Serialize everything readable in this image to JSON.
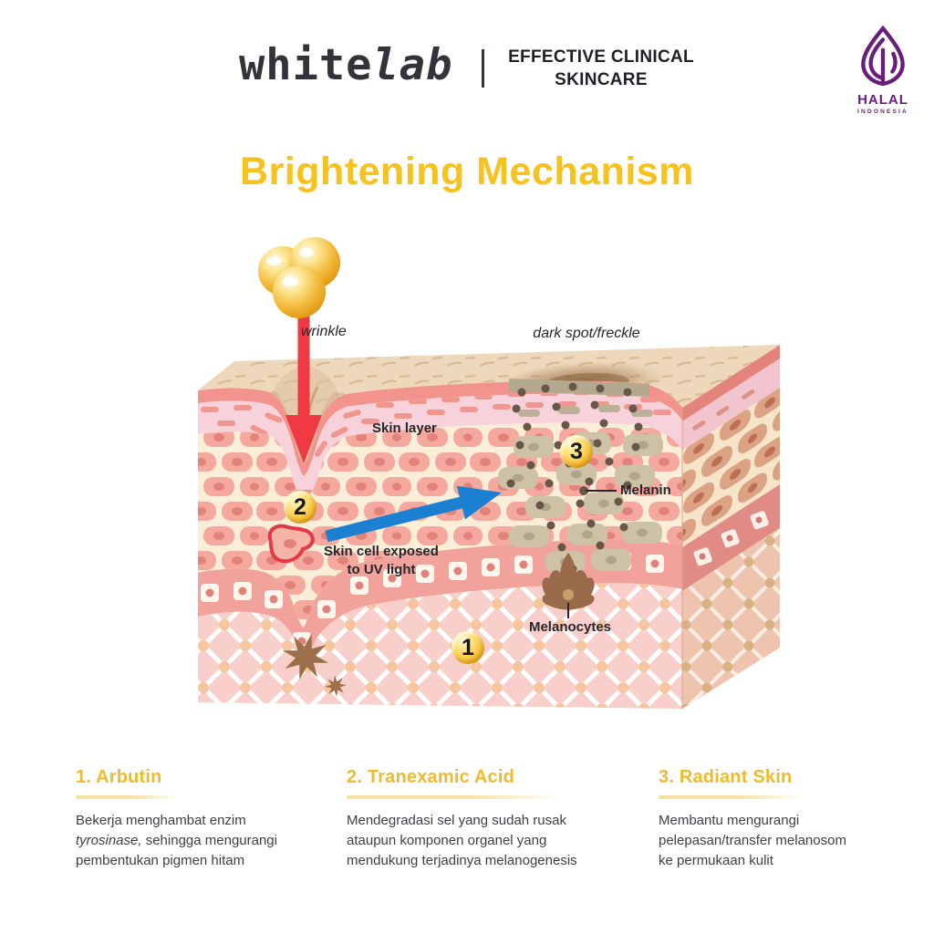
{
  "header": {
    "brand_white": "white",
    "brand_lab": "lab",
    "tagline_line1": "EFFECTIVE CLINICAL",
    "tagline_line2": "SKINCARE",
    "halal_line1": "HALAL",
    "halal_line2": "INDONESIA"
  },
  "title": "Brightening Mechanism",
  "diagram": {
    "labels": {
      "wrinkle": "wrinkle",
      "dark_spot": "dark spot/freckle",
      "skin_layer": "Skin layer",
      "melanin": "Melanin",
      "skin_cell_line1": "Skin cell exposed",
      "skin_cell_line2": "to UV light",
      "melanocytes": "Melanocytes"
    },
    "badge1": "1",
    "badge2": "2",
    "badge3": "3"
  },
  "sections": [
    {
      "heading": "1. Arbutin",
      "line1": "Bekerja menghambat enzim",
      "line2_italic": "tyrosinase,",
      "line2_rest": " sehingga mengurangi",
      "line3": "pembentukan pigmen hitam"
    },
    {
      "heading": "2. Tranexamic Acid",
      "line1": "Mendegradasi sel yang sudah rusak",
      "line2_italic": "",
      "line2_rest": "ataupun komponen organel yang",
      "line3": "mendukung terjadinya melanogenesis"
    },
    {
      "heading": "3. Radiant Skin",
      "line1": "Membantu mengurangi",
      "line2_italic": "",
      "line2_rest": "pelepasan/transfer melanosom",
      "line3": "ke permukaan kulit"
    }
  ],
  "colors": {
    "title_yellow": "#F7C21E",
    "section_heading_yellow": "#EFBB2C",
    "halal_purple": "#6A1E7C",
    "arrow_red": "#EF3A44",
    "arrow_blue": "#1B80D2",
    "badge_gold": "#F3B322",
    "skin_cream": "#FAEED8",
    "skin_brick_salmon": "#F5A99E",
    "melanin_brown": "#675748",
    "text_dark": "#26262B"
  }
}
